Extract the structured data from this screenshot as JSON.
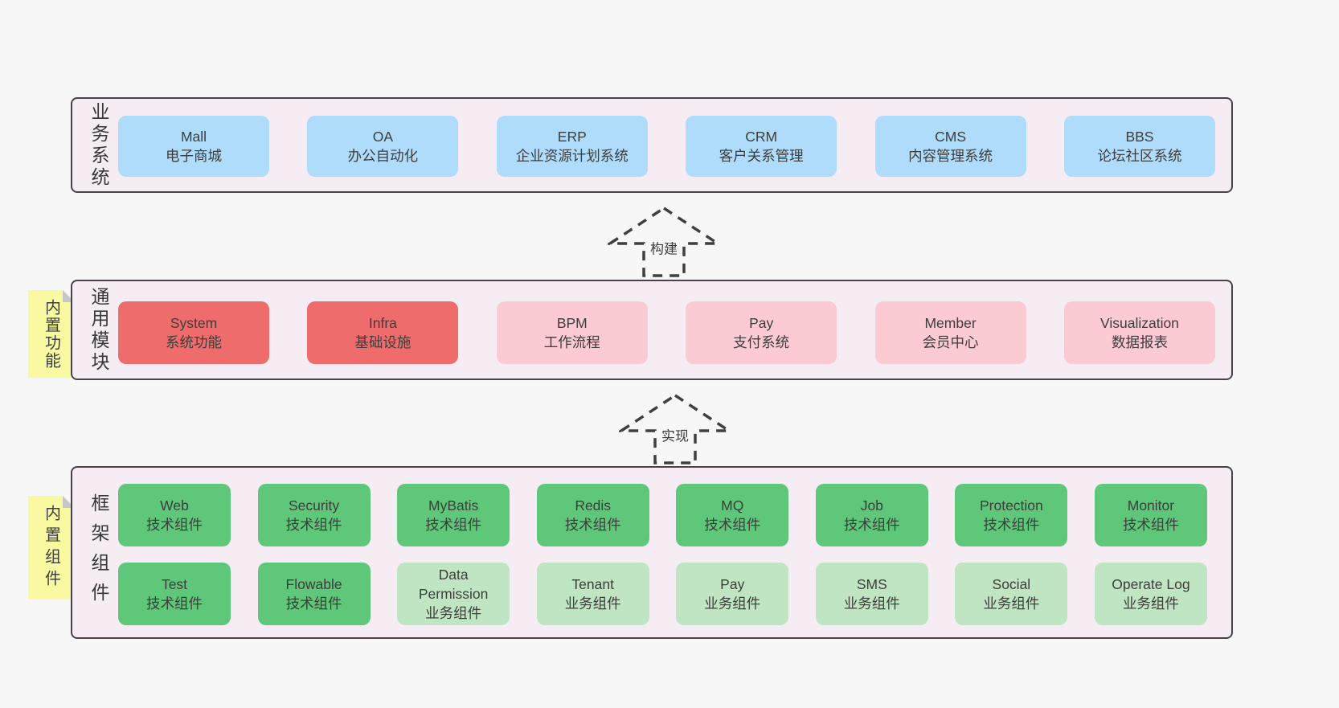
{
  "panels": {
    "business": {
      "label": "业务系统",
      "items": [
        {
          "name": "Mall",
          "desc": "电子商城",
          "variant": "blue"
        },
        {
          "name": "OA",
          "desc": "办公自动化",
          "variant": "blue"
        },
        {
          "name": "ERP",
          "desc": "企业资源计划系统",
          "variant": "blue"
        },
        {
          "name": "CRM",
          "desc": "客户关系管理",
          "variant": "blue"
        },
        {
          "name": "CMS",
          "desc": "内容管理系统",
          "variant": "blue"
        },
        {
          "name": "BBS",
          "desc": "论坛社区系统",
          "variant": "blue"
        }
      ]
    },
    "modules": {
      "label": "通用模块",
      "note": "内置功能",
      "items": [
        {
          "name": "System",
          "desc": "系统功能",
          "variant": "red"
        },
        {
          "name": "Infra",
          "desc": "基础设施",
          "variant": "red"
        },
        {
          "name": "BPM",
          "desc": "工作流程",
          "variant": "pink"
        },
        {
          "name": "Pay",
          "desc": "支付系统",
          "variant": "pink"
        },
        {
          "name": "Member",
          "desc": "会员中心",
          "variant": "pink"
        },
        {
          "name": "Visualization",
          "desc": "数据报表",
          "variant": "pink"
        }
      ]
    },
    "framework": {
      "label": "框架组件",
      "note": "内置组件",
      "row1": [
        {
          "name": "Web",
          "desc": "技术组件",
          "variant": "green"
        },
        {
          "name": "Security",
          "desc": "技术组件",
          "variant": "green"
        },
        {
          "name": "MyBatis",
          "desc": "技术组件",
          "variant": "green"
        },
        {
          "name": "Redis",
          "desc": "技术组件",
          "variant": "green"
        },
        {
          "name": "MQ",
          "desc": "技术组件",
          "variant": "green"
        },
        {
          "name": "Job",
          "desc": "技术组件",
          "variant": "green"
        },
        {
          "name": "Protection",
          "desc": "技术组件",
          "variant": "green"
        },
        {
          "name": "Monitor",
          "desc": "技术组件",
          "variant": "green"
        }
      ],
      "row2": [
        {
          "name": "Test",
          "desc": "技术组件",
          "variant": "green"
        },
        {
          "name": "Flowable",
          "desc": "技术组件",
          "variant": "green"
        },
        {
          "name": "Data Permission",
          "desc": "业务组件",
          "variant": "lightgreen"
        },
        {
          "name": "Tenant",
          "desc": "业务组件",
          "variant": "lightgreen"
        },
        {
          "name": "Pay",
          "desc": "业务组件",
          "variant": "lightgreen"
        },
        {
          "name": "SMS",
          "desc": "业务组件",
          "variant": "lightgreen"
        },
        {
          "name": "Social",
          "desc": "业务组件",
          "variant": "lightgreen"
        },
        {
          "name": "Operate Log",
          "desc": "业务组件",
          "variant": "lightgreen"
        }
      ]
    }
  },
  "arrows": {
    "build": "构建",
    "implement": "实现"
  },
  "colors": {
    "page_bg": "#f7f7f7",
    "panel_bg": "#f5ecf4",
    "panel_border": "#494349",
    "business_box": "#aedcfa",
    "core_module_box": "#ef6c6c",
    "module_box": "#fccad2",
    "tech_component_box": "#5ec779",
    "biz_component_box": "#c0e5c3",
    "sticky_note": "#f9f9a1",
    "arrow_stroke": "#3f3f3f",
    "text": "#3d3d3d"
  }
}
